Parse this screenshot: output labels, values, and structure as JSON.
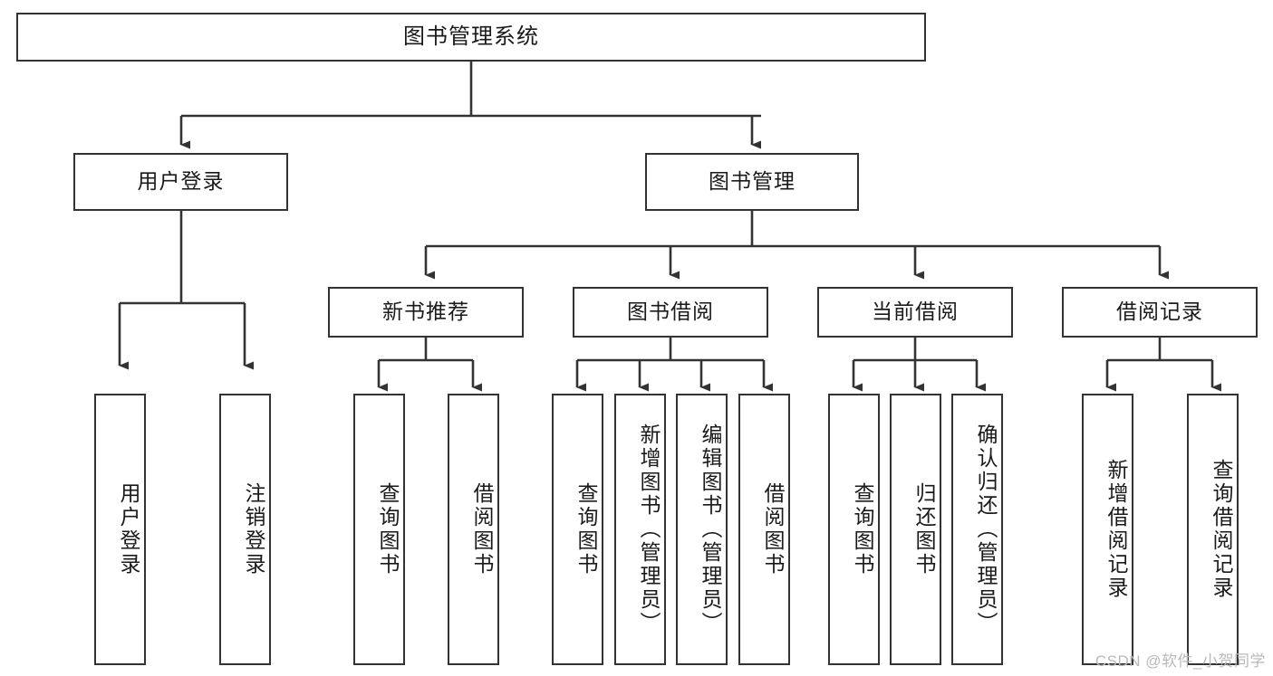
{
  "diagram": {
    "type": "tree",
    "title": "图书管理系统",
    "watermark": "CSDN @软件_小贺同学",
    "colors": {
      "stroke": "#333333",
      "box_fill": "#ffffff",
      "text": "#1a1a1a",
      "watermark": "#b9b9b9",
      "background": "#ffffff"
    },
    "levels": {
      "root": {
        "label": "图书管理系统"
      },
      "level2": [
        {
          "label": "用户登录"
        },
        {
          "label": "图书管理"
        }
      ],
      "level3": [
        {
          "label": "新书推荐"
        },
        {
          "label": "图书借阅"
        },
        {
          "label": "当前借阅"
        },
        {
          "label": "借阅记录"
        }
      ],
      "level4": [
        {
          "label": "用户登录",
          "parent": "用户登录"
        },
        {
          "label": "注销登录",
          "parent": "用户登录"
        },
        {
          "label": "查询图书",
          "parent": "新书推荐"
        },
        {
          "label": "借阅图书",
          "parent": "新书推荐"
        },
        {
          "label": "查询图书",
          "parent": "图书借阅"
        },
        {
          "label": "新增图书（管理员）",
          "parent": "图书借阅"
        },
        {
          "label": "编辑图书（管理员）",
          "parent": "图书借阅"
        },
        {
          "label": "借阅图书",
          "parent": "图书借阅"
        },
        {
          "label": "查询图书",
          "parent": "当前借阅"
        },
        {
          "label": "归还图书",
          "parent": "当前借阅"
        },
        {
          "label": "确认归还（管理员）",
          "parent": "当前借阅"
        },
        {
          "label": "新增借阅记录",
          "parent": "借阅记录"
        },
        {
          "label": "查询借阅记录",
          "parent": "借阅记录"
        }
      ]
    }
  }
}
